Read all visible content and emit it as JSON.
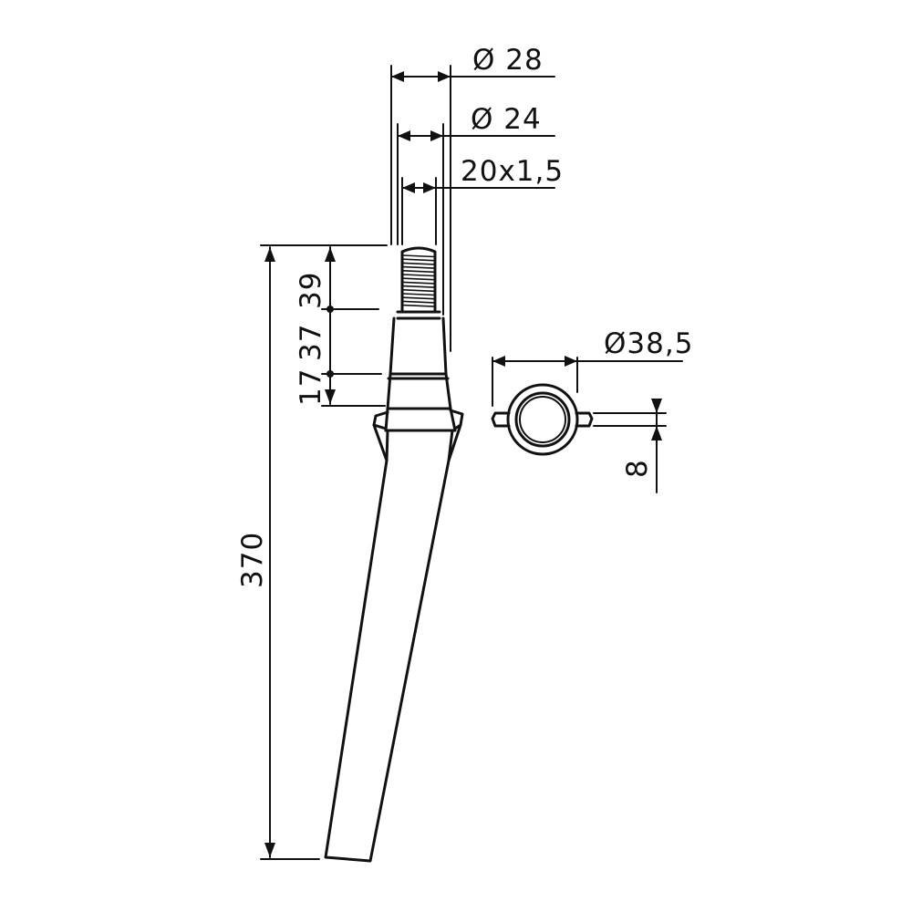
{
  "dimensions": {
    "dia_outer": "Ø 28",
    "dia_inner": "Ø 24",
    "thread": "20x1,5",
    "length_thread": "39",
    "length_mid": "37",
    "length_base": "17",
    "length_total": "370",
    "ring_dia": "Ø38,5",
    "tab_width": "8"
  }
}
